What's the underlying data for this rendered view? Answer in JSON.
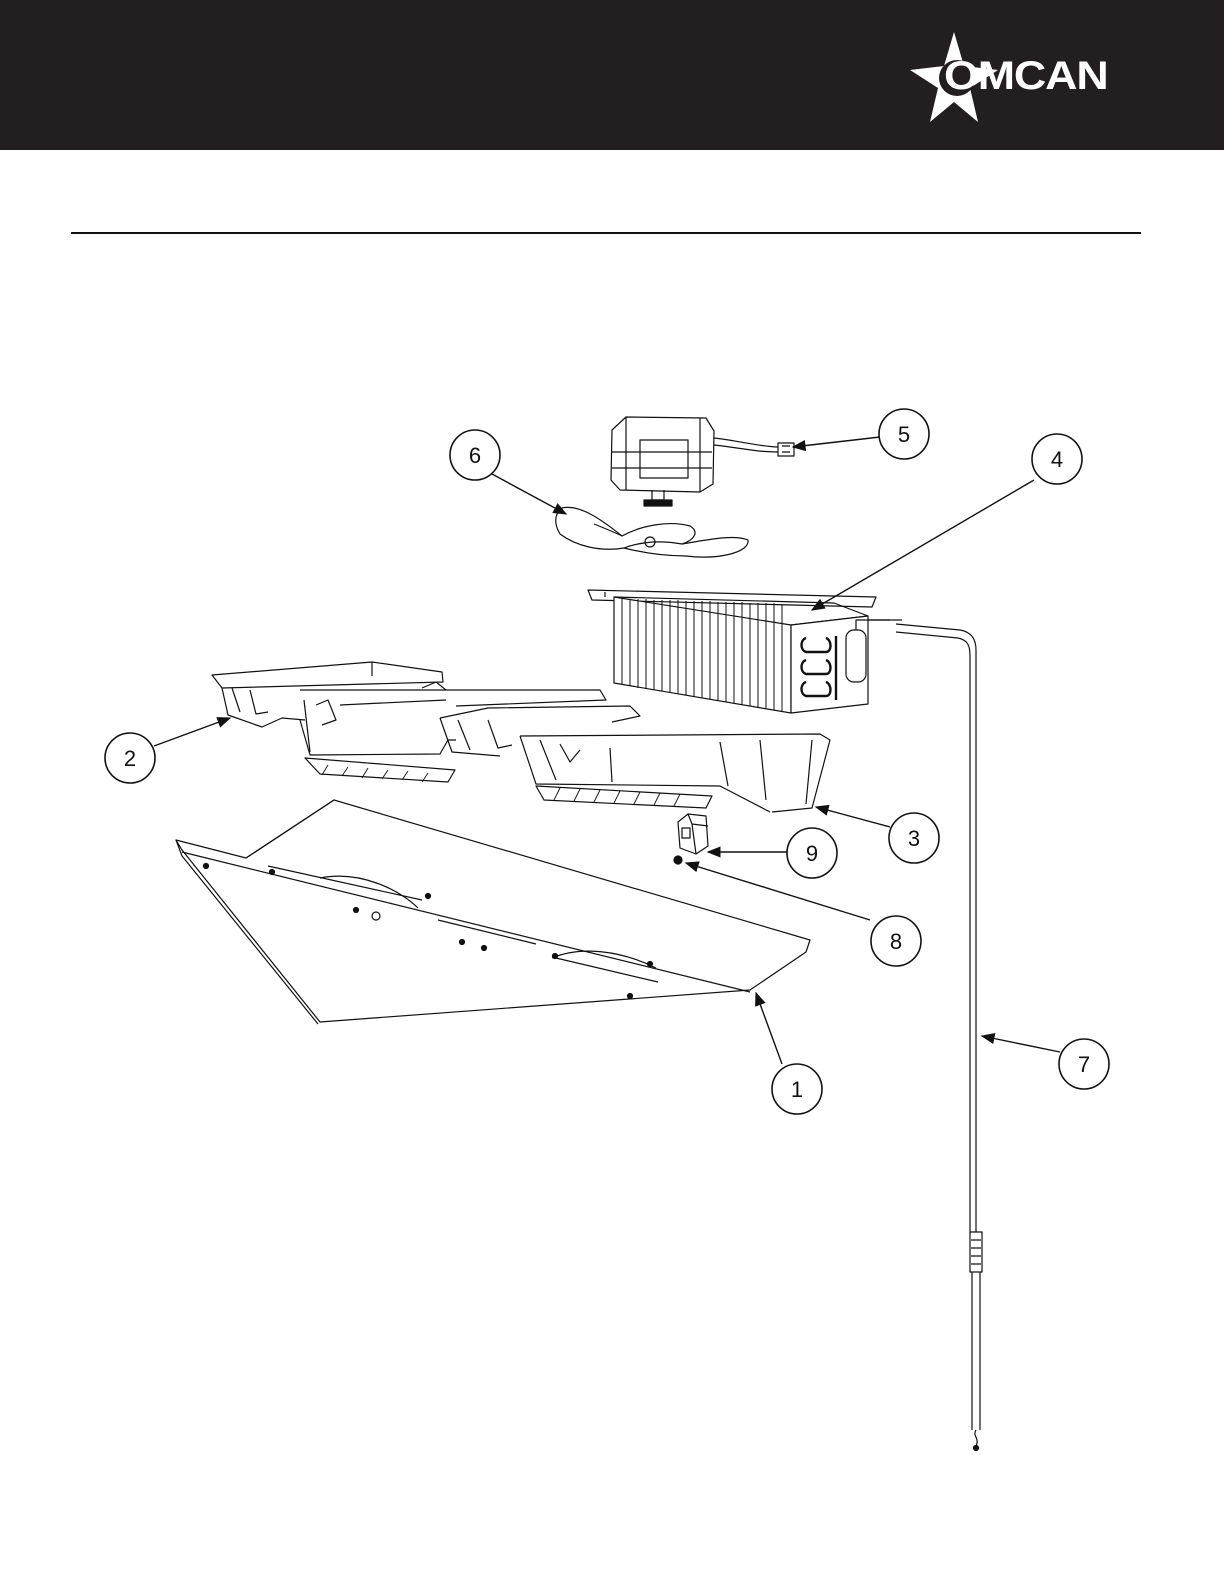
{
  "brand": {
    "name": "OMCAN",
    "colors": {
      "header": "#231f20",
      "logo": "#ffffff",
      "line": "#111111"
    }
  },
  "callouts": {
    "c1": "1",
    "c2": "2",
    "c3": "3",
    "c4": "4",
    "c5": "5",
    "c6": "6",
    "c7": "7",
    "c8": "8",
    "c9": "9"
  }
}
